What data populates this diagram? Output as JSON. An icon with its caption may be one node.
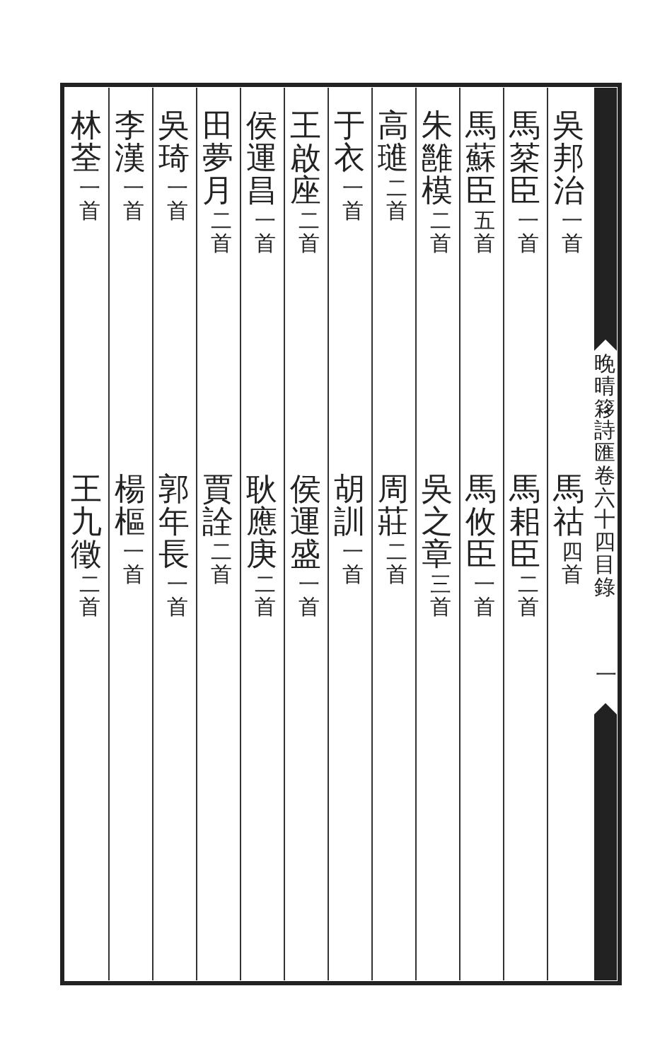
{
  "diagram": {
    "labels": [
      "晚晴簃詩匯卷六十四目錄",
      "一",
      "吳邦治",
      "一首",
      "馬祜",
      "四首",
      "馬棻臣",
      "一首",
      "馬耜臣",
      "二首",
      "馬蘇臣",
      "五首",
      "馬攸臣",
      "一首",
      "朱雝模",
      "二首",
      "吳之章",
      "三首",
      "高璡",
      "二首",
      "周莊",
      "二首",
      "于衣",
      "一首",
      "胡訓",
      "一首",
      "王啟座",
      "二首",
      "侯運盛",
      "一首",
      "侯運昌",
      "一首",
      "耿應庚",
      "二首",
      "田夢月",
      "二首",
      "賈詮",
      "二首",
      "吳琦",
      "一首",
      "郭年長",
      "一首",
      "李漢",
      "一首",
      "楊樞",
      "一首",
      "林荃",
      "一首",
      "王九徵",
      "二首"
    ]
  }
}
